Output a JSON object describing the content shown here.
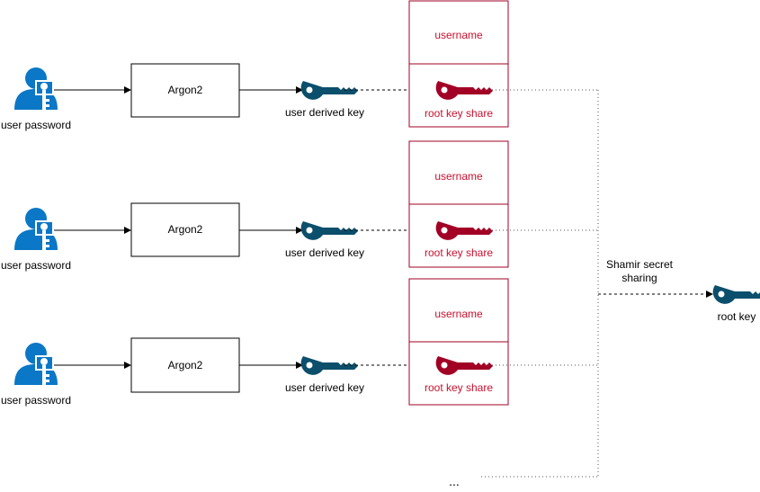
{
  "labels": {
    "user_password": "user password",
    "argon": "Argon2",
    "user_derived_key": "user derived key",
    "username": "username",
    "root_key_share": "root key share",
    "shamir_line1": "Shamir secret",
    "shamir_line2": "sharing",
    "root_key": "root key",
    "ellipsis": "..."
  },
  "colors": {
    "user_icon": "#0b77c7",
    "user_key": "#0b4f6c",
    "share_box": "#a20025",
    "share_key": "#a20025",
    "share_text": "#c8102e"
  },
  "icons": {
    "user": "user-with-key-icon",
    "derived_key": "key-icon",
    "share_key": "key-icon",
    "root_key": "key-icon"
  }
}
